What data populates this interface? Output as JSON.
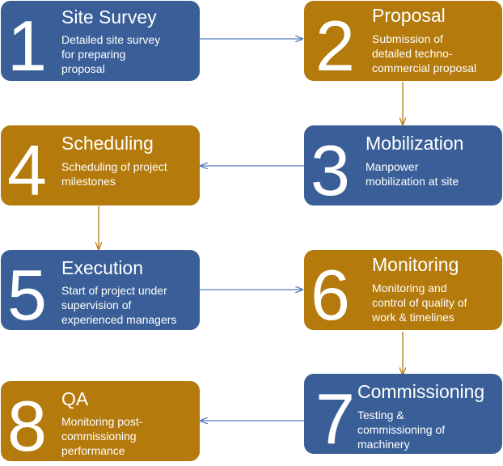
{
  "steps": [
    {
      "number": "1",
      "title": "Site Survey",
      "lines": [
        "Detailed site survey",
        "for preparing",
        "proposal"
      ],
      "color": "#3a5f98"
    },
    {
      "number": "2",
      "title": "Proposal",
      "lines": [
        "Submission of",
        "detailed techno-",
        "commercial proposal"
      ],
      "color": "#b47a0c"
    },
    {
      "number": "3",
      "title": "Mobilization",
      "lines": [
        "Manpower",
        "mobilization at site"
      ],
      "color": "#3a5f98"
    },
    {
      "number": "4",
      "title": "Scheduling",
      "lines": [
        "Scheduling of project",
        "milestones"
      ],
      "color": "#b47a0c"
    },
    {
      "number": "5",
      "title": "Execution",
      "lines": [
        "Start of project under",
        "supervision of",
        "experienced managers"
      ],
      "color": "#3a5f98"
    },
    {
      "number": "6",
      "title": "Monitoring",
      "lines": [
        "Monitoring and",
        "control of quality of",
        "work & timelines"
      ],
      "color": "#b47a0c"
    },
    {
      "number": "7",
      "title": "Commissioning",
      "lines": [
        "Testing &",
        "commissioning of",
        "machinery"
      ],
      "color": "#3a5f98"
    },
    {
      "number": "8",
      "title": "QA",
      "lines": [
        "Monitoring post-",
        "commissioning",
        "performance"
      ],
      "color": "#b47a0c"
    }
  ],
  "connector_colors": {
    "blue": "#4f7cc0",
    "gold": "#b47a0c"
  }
}
